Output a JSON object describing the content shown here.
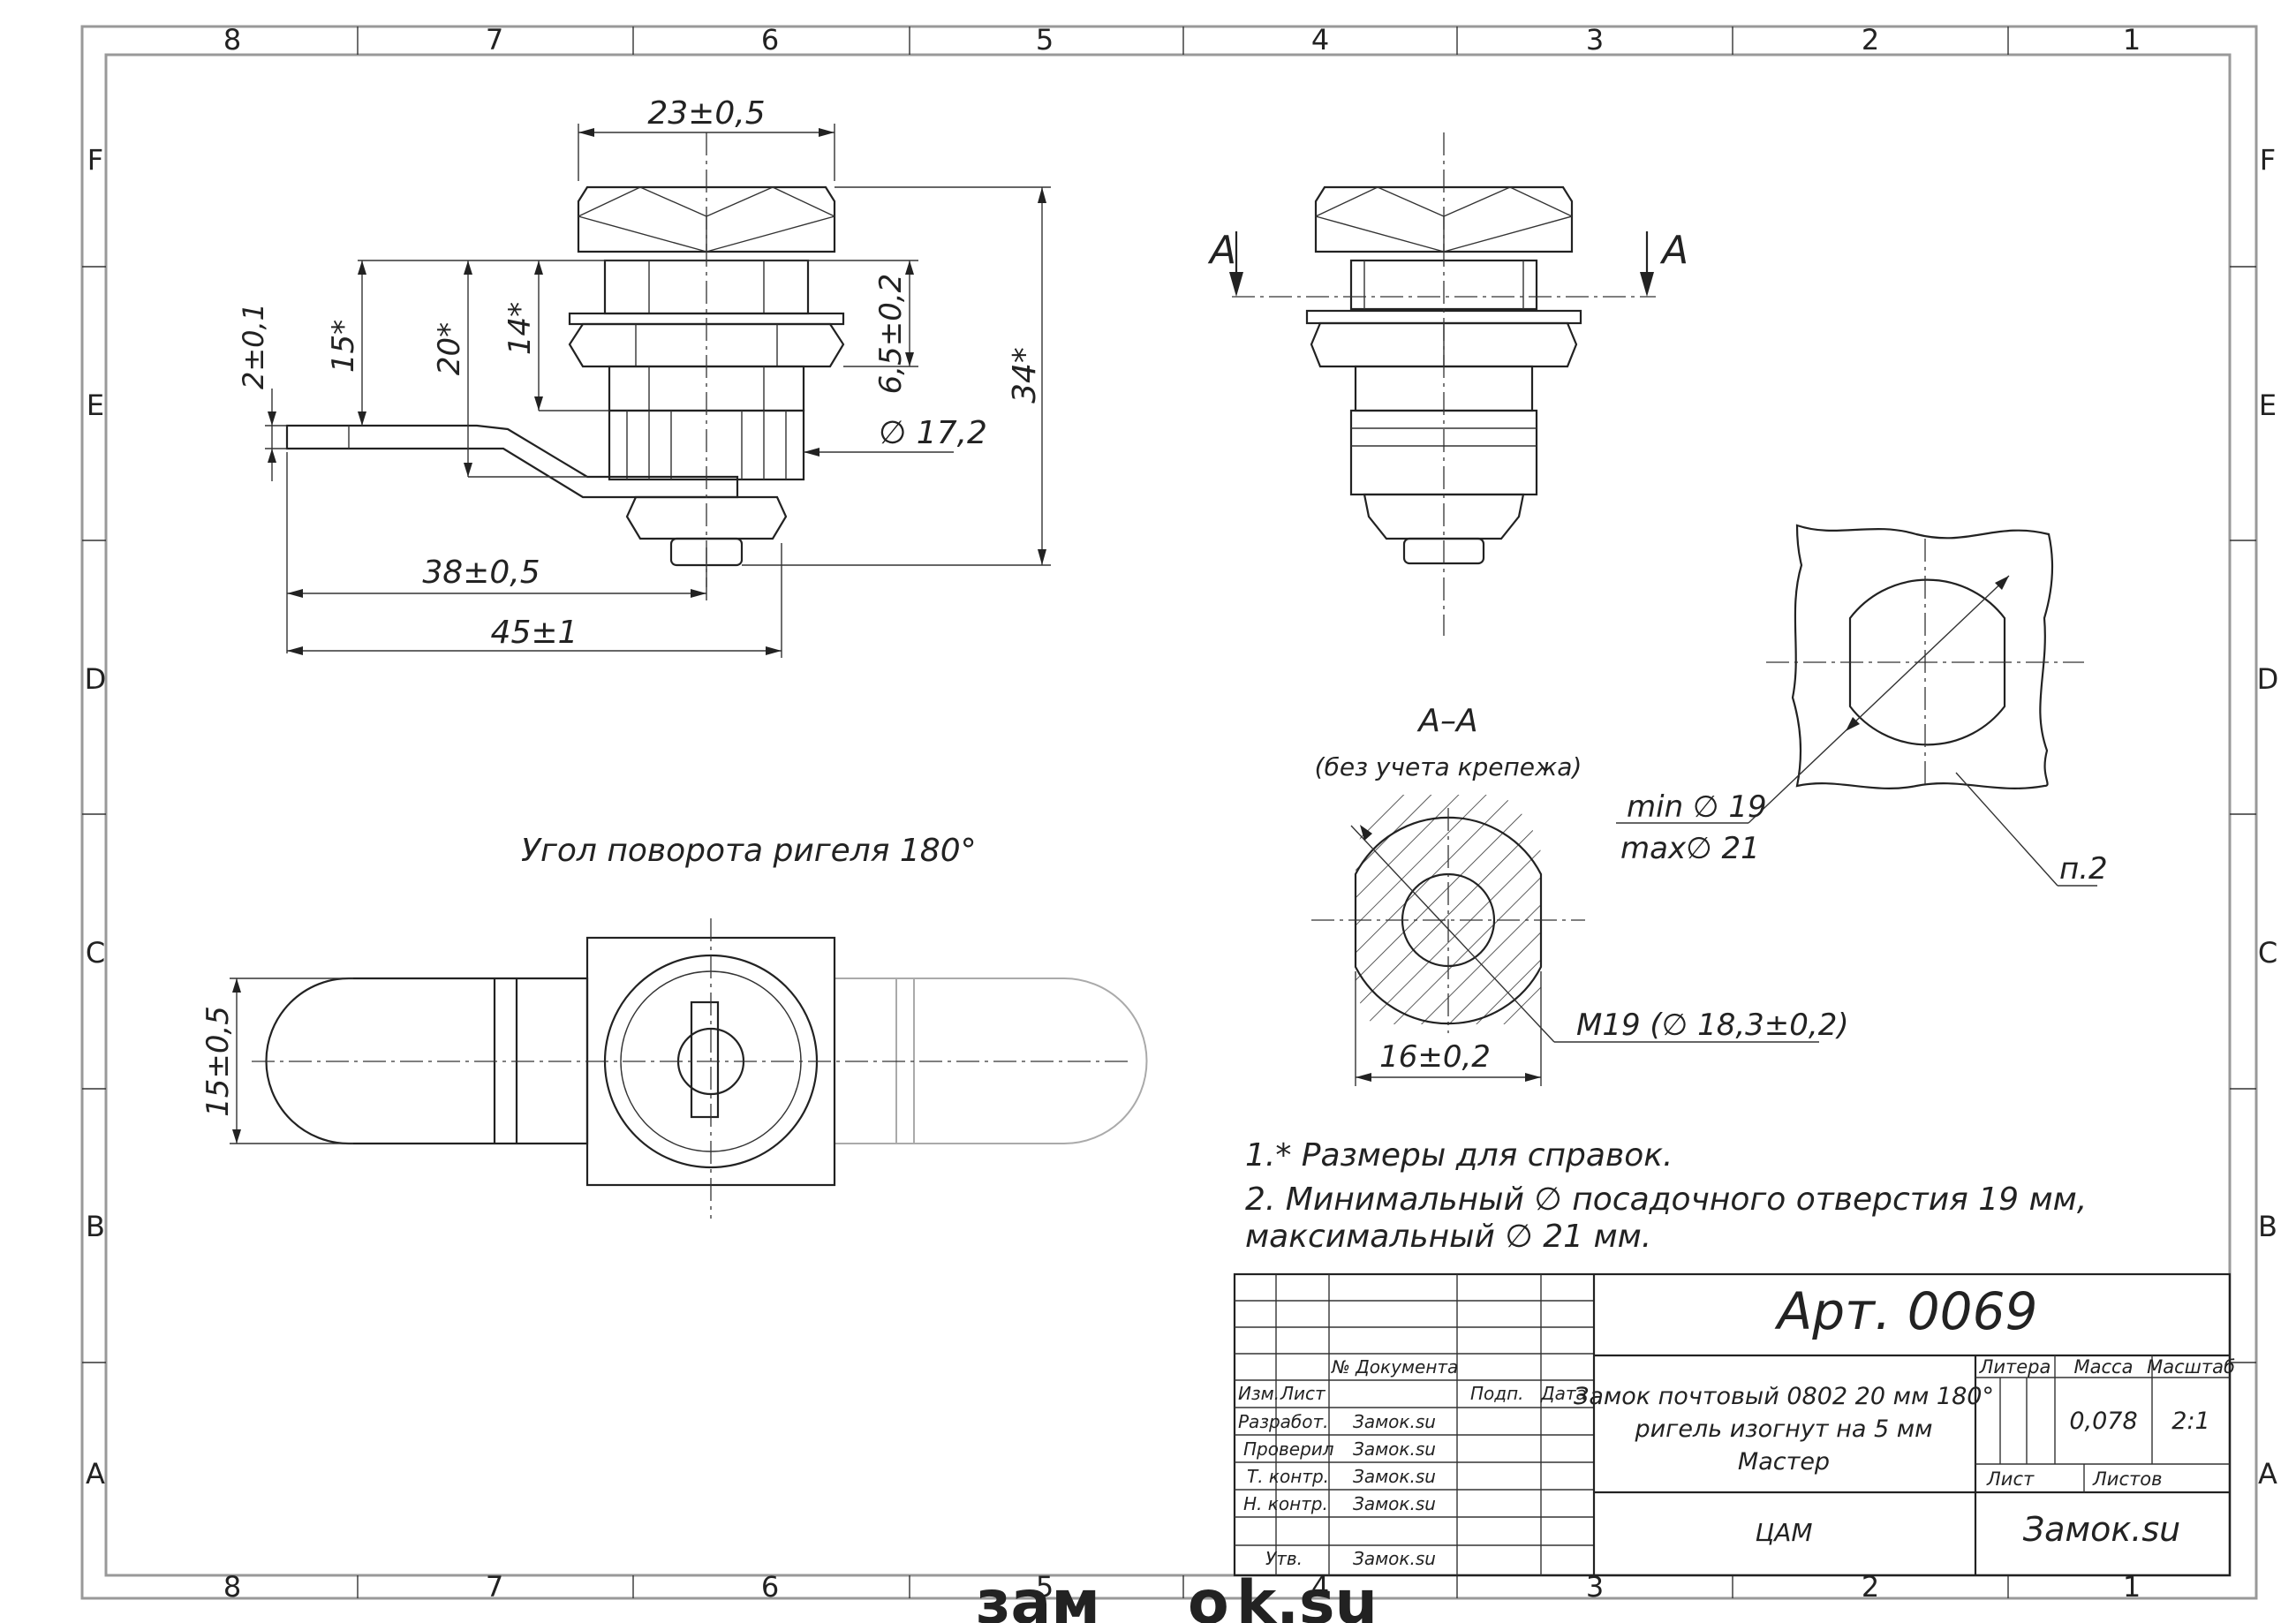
{
  "zones": {
    "columns": [
      "8",
      "7",
      "6",
      "5",
      "4",
      "3",
      "2",
      "1"
    ],
    "rows": [
      "F",
      "E",
      "D",
      "C",
      "B",
      "A"
    ]
  },
  "front_view": {
    "dim_width": "23±0,5",
    "dim_bolt_offset": "2±0,1",
    "dim_15": "15*",
    "dim_20": "20*",
    "dim_14": "14*",
    "dim_thread_len": "6,5±0,2",
    "dim_total_height": "34*",
    "dim_diameter": "∅ 17,2",
    "dim_38": "38±0,5",
    "dim_45": "45±1"
  },
  "side_view": {
    "section_mark_left": "A",
    "section_mark_right": "A"
  },
  "section": {
    "title": "А–А",
    "subtitle": "(без учета крепежа)",
    "dim_flat": "16±0,2",
    "dim_thread": "M19  (∅ 18,3±0,2)"
  },
  "hole": {
    "min_label": "min  ∅ 19",
    "max_label": "max∅ 21",
    "note_ref": "п.2"
  },
  "top_view": {
    "rotation_label": "Угол поворота ригеля 180°",
    "dim_bolt_width": "15±0,5"
  },
  "notes": [
    "1.* Размеры для справок.",
    "2. Минимальный ∅ посадочного отверстия 19 мм,",
    "максимальный ∅  21 мм."
  ],
  "title_block": {
    "article": "Арт. 0069",
    "description_lines": [
      "Замок почтовый 0802 20 мм 180°",
      "ригель изогнут на 5 мм",
      "Мастер"
    ],
    "material": "ЦАМ",
    "company": "Замок.su",
    "headers": {
      "doc_no": "№ Документа",
      "izm": "Изм.",
      "list": "Лист",
      "podp": "Подп.",
      "data": "Дата",
      "litera": "Литера",
      "massa": "Масса",
      "masshtab": "Масштаб",
      "list2": "Лист",
      "listov": "Листов"
    },
    "mass": "0,078",
    "scale": "2:1",
    "roles": [
      {
        "role": "Разработ.",
        "name": "Замок.su"
      },
      {
        "role": "Проверил",
        "name": "Замок.su"
      },
      {
        "role": "Т. контр.",
        "name": "Замок.su"
      },
      {
        "role": "Н. контр.",
        "name": "Замок.su"
      },
      {
        "role": "Утв.",
        "name": "Замок.su"
      }
    ]
  },
  "watermark": {
    "text_left": "зам",
    "text_o": "о",
    "text_right": "k.su",
    "color_main": "#777777",
    "color_accent": "#d23030"
  }
}
